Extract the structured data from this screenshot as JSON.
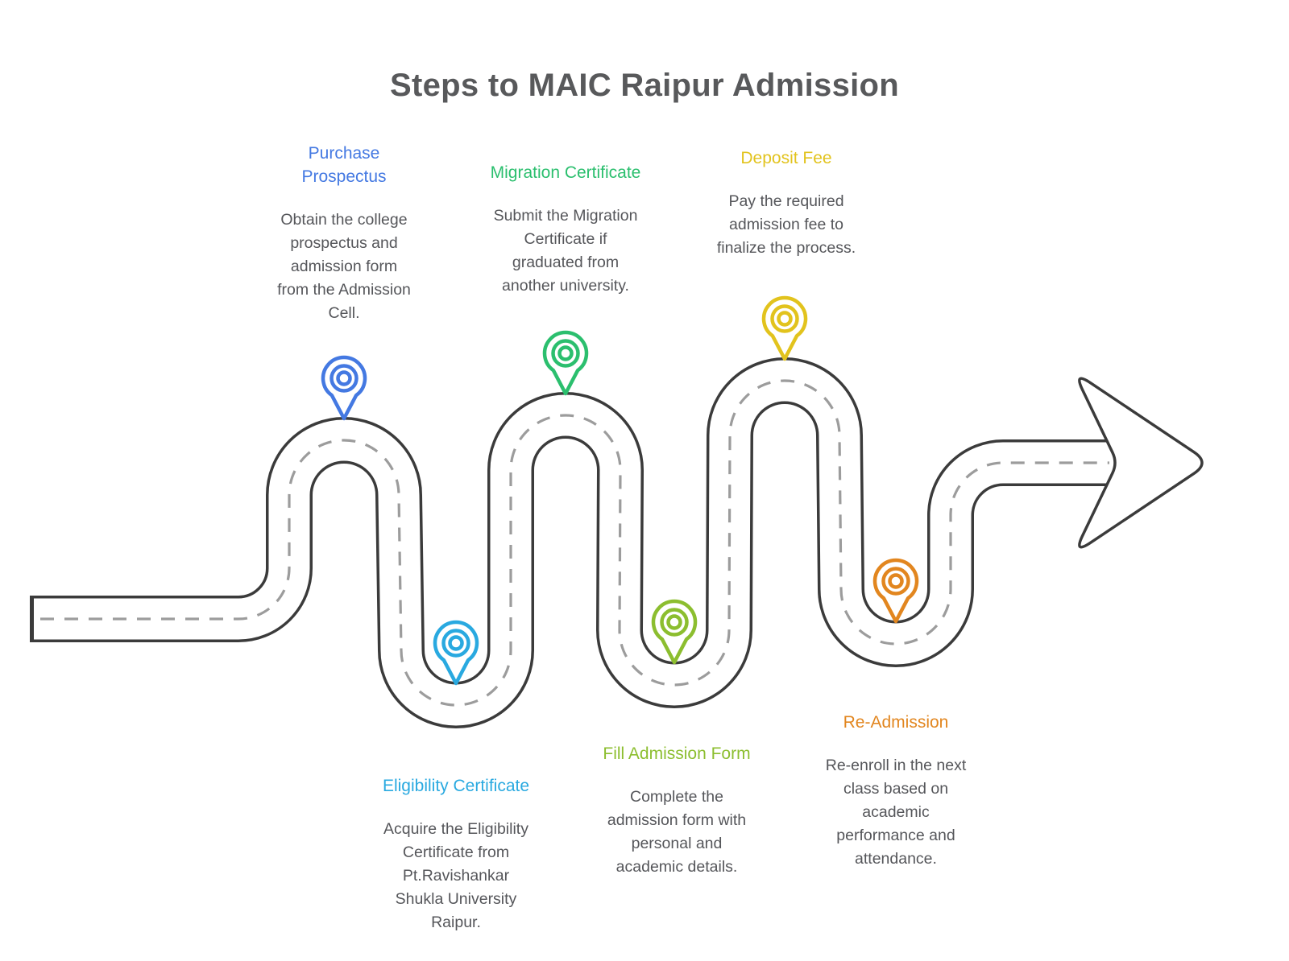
{
  "title": "Steps to MAIC Raipur Admission",
  "road": {
    "outline_color": "#3b3b3b",
    "dash_color": "#9c9c9c"
  },
  "steps": [
    {
      "label": "Purchase\nProspectus",
      "description": "Obtain the college\nprospectus and\nadmission form\nfrom the Admission\nCell.",
      "color": "#4479e2",
      "pin": "blue-location-pin"
    },
    {
      "label": "Eligibility Certificate",
      "description": "Acquire the Eligibility\nCertificate from\nPt.Ravishankar\nShukla University\nRaipur.",
      "color": "#29a9e0",
      "pin": "cyan-location-pin"
    },
    {
      "label": "Migration Certificate",
      "description": "Submit the Migration\nCertificate if\ngraduated from\nanother university.",
      "color": "#2bbf6e",
      "pin": "green-location-pin"
    },
    {
      "label": "Fill Admission Form",
      "description": "Complete the\nadmission form with\npersonal and\nacademic details.",
      "color": "#8cbe2f",
      "pin": "lime-location-pin"
    },
    {
      "label": "Deposit Fee",
      "description": "Pay the required\nadmission fee to\nfinalize the process.",
      "color": "#e2c31d",
      "pin": "yellow-location-pin"
    },
    {
      "label": "Re-Admission",
      "description": "Re-enroll in the next\nclass based on\nacademic\nperformance and\nattendance.",
      "color": "#e2861f",
      "pin": "orange-location-pin"
    }
  ]
}
